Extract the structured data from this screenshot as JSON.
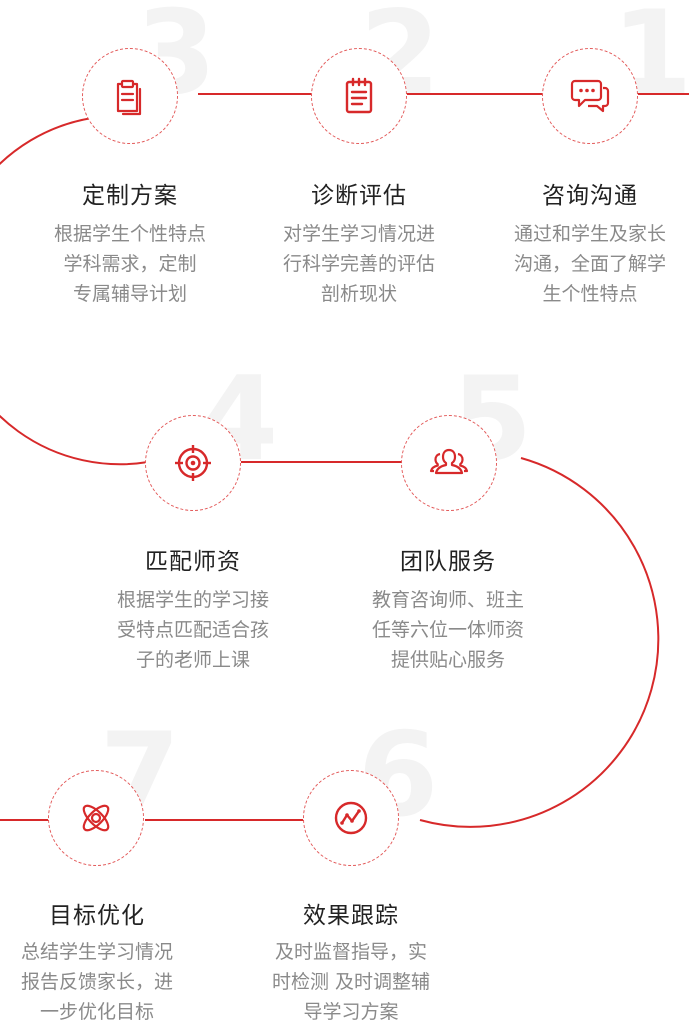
{
  "accent_color": "#d7292a",
  "steps": [
    {
      "number": "1",
      "title": "咨询沟通",
      "icon": "chat-bubbles-icon",
      "desc": [
        "通过和学生及家长",
        "沟通，全面了解学",
        "生个性特点"
      ]
    },
    {
      "number": "2",
      "title": "诊断评估",
      "icon": "notepad-icon",
      "desc": [
        "对学生学习情况进",
        "行科学完善的评估",
        "剖析现状"
      ]
    },
    {
      "number": "3",
      "title": "定制方案",
      "icon": "clipboard-icon",
      "desc": [
        "根据学生个性特点",
        "学科需求，定制",
        "专属辅导计划"
      ]
    },
    {
      "number": "4",
      "title": "匹配师资",
      "icon": "target-icon",
      "desc": [
        "根据学生的学习接",
        "受特点匹配适合孩",
        "子的老师上课"
      ]
    },
    {
      "number": "5",
      "title": "团队服务",
      "icon": "team-icon",
      "desc": [
        "教育咨询师、班主",
        "任等六位一体师资",
        "提供贴心服务"
      ]
    },
    {
      "number": "6",
      "title": "效果跟踪",
      "icon": "trend-line-icon",
      "desc": [
        "及时监督指导，实",
        "时检测 及时调整辅",
        "导学习方案"
      ]
    },
    {
      "number": "7",
      "title": "目标优化",
      "icon": "atom-icon",
      "desc": [
        "总结学生学习情况",
        "报告反馈家长，进",
        "一步优化目标"
      ]
    }
  ]
}
